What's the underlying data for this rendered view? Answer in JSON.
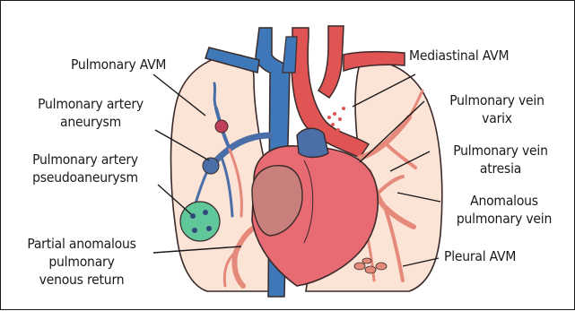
{
  "labels": {
    "pulmonary_avm": "Pulmonary AVM",
    "pulmonary_artery_aneurysm_l1": "Pulmonary artery",
    "pulmonary_artery_aneurysm_l2": "aneurysm",
    "pulmonary_artery_pseudoaneurysm_l1": "Pulmonary artery",
    "pulmonary_artery_pseudoaneurysm_l2": "pseudoaneurysm",
    "papvr_l1": "Partial anomalous",
    "papvr_l2": "pulmonary",
    "papvr_l3": "venous return",
    "mediastinal_avm": "Mediastinal AVM",
    "pulmonary_vein_varix_l1": "Pulmonary vein",
    "pulmonary_vein_varix_l2": "varix",
    "pulmonary_vein_atresia_l1": "Pulmonary vein",
    "pulmonary_vein_atresia_l2": "atresia",
    "anomalous_pulmonary_vein_l1": "Anomalous",
    "anomalous_pulmonary_vein_l2": "pulmonary vein",
    "pleural_avm": "Pleural AVM"
  },
  "colors": {
    "lung": "#fbe3d6",
    "artery_blue": "#4a6fa8",
    "vena_cava": "#3f78b8",
    "aorta_red": "#e05454",
    "vein_red": "#e58a7a",
    "heart": "#e86a72",
    "atrium": "#c97f7c",
    "pseudoaneurysm_fill": "#5fc79a",
    "outline": "#3a2a2a"
  }
}
